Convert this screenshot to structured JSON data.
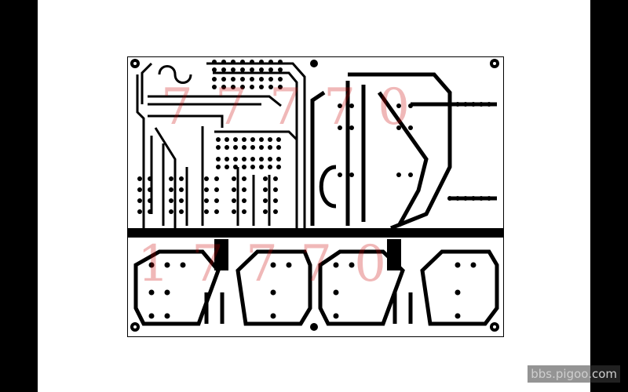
{
  "image": {
    "subject": "pcb-bottom-copper-layout",
    "background_color": "#000000",
    "frame_color": "#ffffff",
    "copper_color": "#000000",
    "watermark_color": "#c80000"
  },
  "watermarks": {
    "board_top": "7 7 7 7 0",
    "board_bottom": "1 7 7 7 0",
    "site": "bbs.pigoo.com"
  }
}
